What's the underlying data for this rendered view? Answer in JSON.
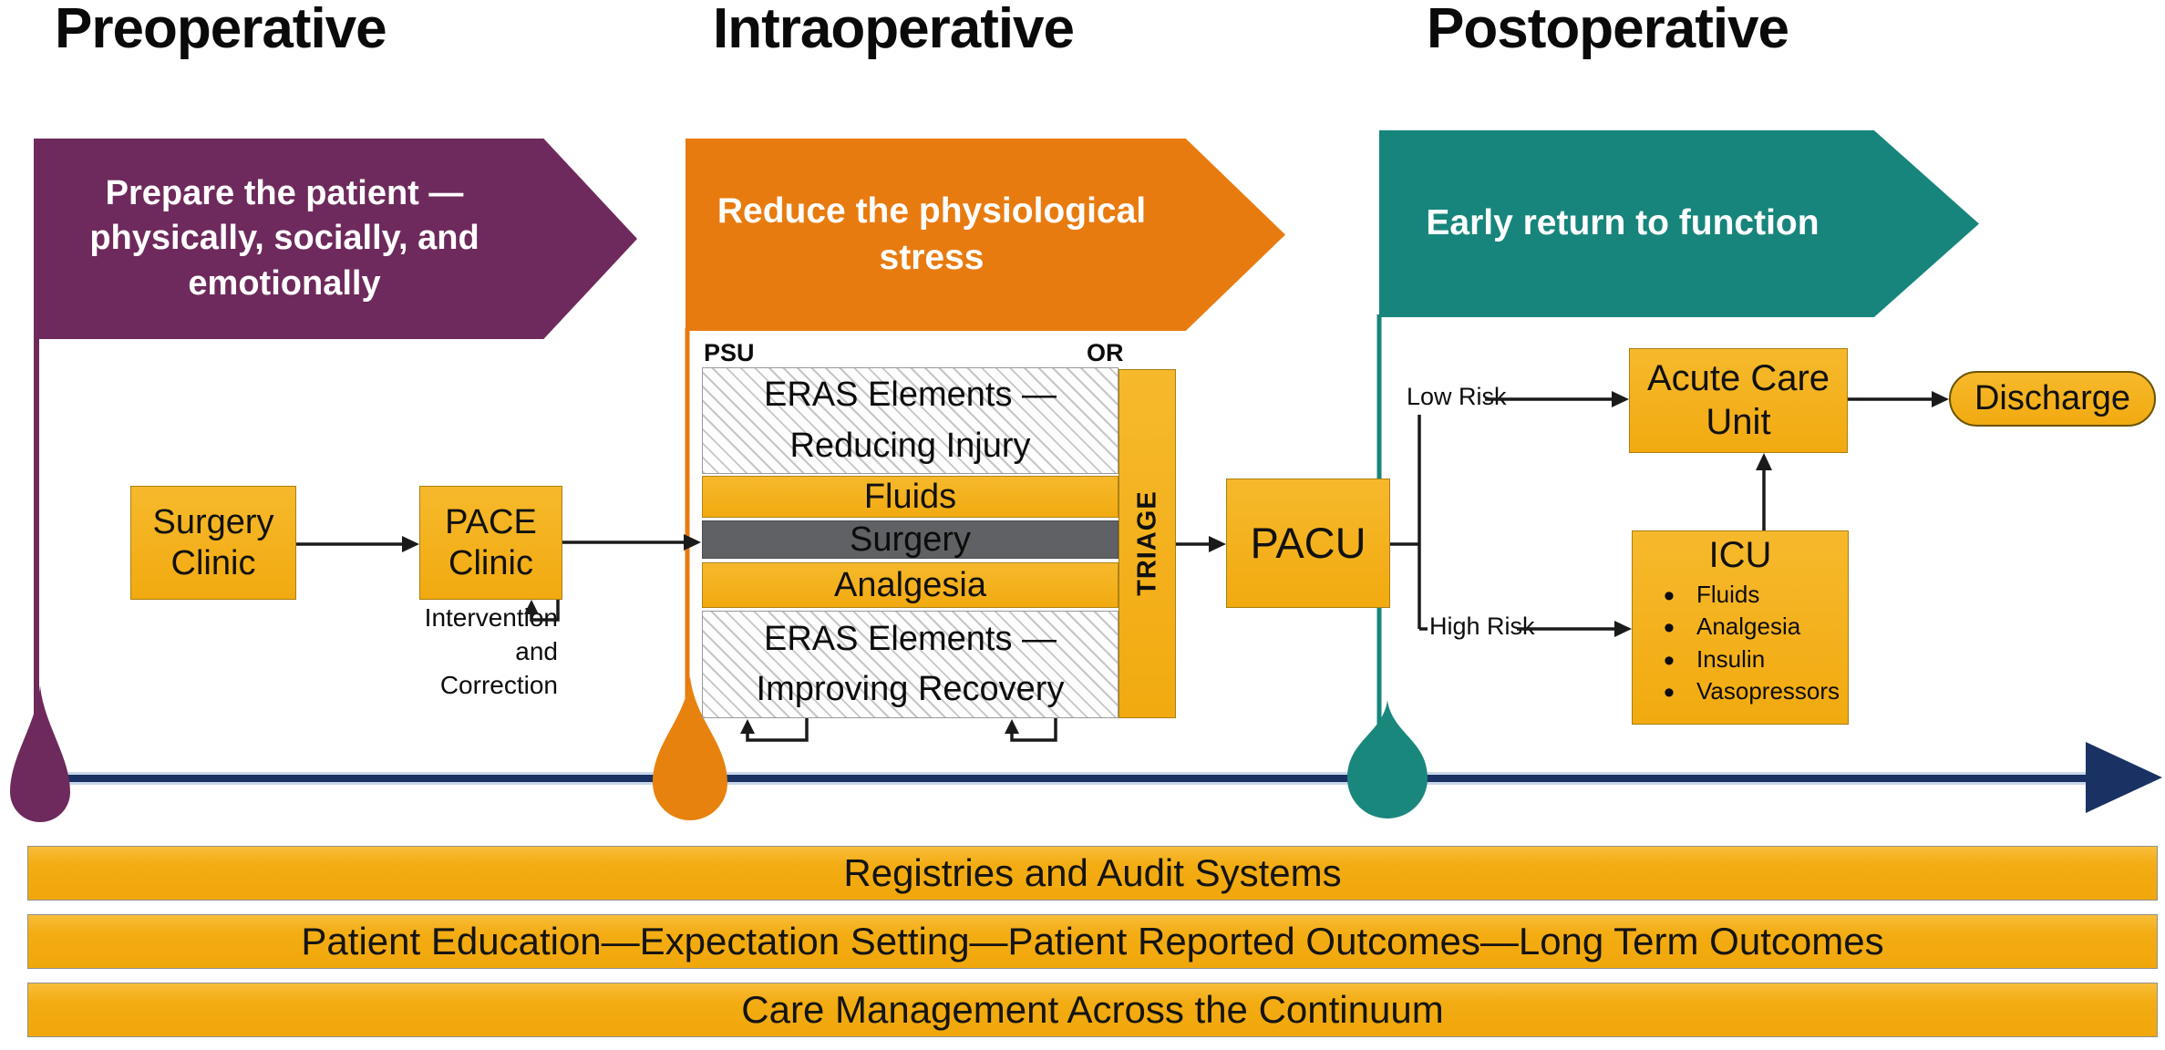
{
  "colors": {
    "purple": "#6E2A5C",
    "orange": "#E87B10",
    "teal": "#17857C",
    "gold": "#F3AF1D",
    "navy": "#1A3263",
    "surgery_gray": "#5F6164",
    "connector_black": "#1a1a1a"
  },
  "headers": {
    "pre": "Preoperative",
    "intra": "Intraoperative",
    "post": "Postoperative"
  },
  "banners": {
    "pre": {
      "lines": [
        "Prepare the patient —",
        "physically, socially, and",
        "emotionally"
      ]
    },
    "intra": {
      "lines": [
        "Reduce the physiological",
        "stress"
      ]
    },
    "post": {
      "lines": [
        "Early return to function"
      ]
    }
  },
  "preop": {
    "surgery_clinic": "Surgery Clinic",
    "pace_clinic": "PACE Clinic",
    "note_lines": [
      "Intervention",
      "and",
      "Correction"
    ]
  },
  "intraop": {
    "psu_label": "PSU",
    "or_label": "OR",
    "eras_top_lines": [
      "ERAS Elements —",
      "Reducing Injury"
    ],
    "fluids": "Fluids",
    "surgery": "Surgery",
    "analgesia": "Analgesia",
    "eras_bottom_lines": [
      "ERAS Elements —",
      "Improving Recovery"
    ],
    "triage": "TRIAGE"
  },
  "postop": {
    "pacu": "PACU",
    "low_risk": "Low Risk",
    "high_risk": "High Risk",
    "acute_care_unit": "Acute Care Unit",
    "discharge": "Discharge",
    "icu_title": "ICU",
    "icu_items": [
      "Fluids",
      "Analgesia",
      "Insulin",
      "Vasopressors"
    ]
  },
  "footer_bars": [
    "Registries and Audit Systems",
    "Patient Education—Expectation Setting—Patient Reported Outcomes—Long Term Outcomes",
    "Care Management Across the Continuum"
  ]
}
